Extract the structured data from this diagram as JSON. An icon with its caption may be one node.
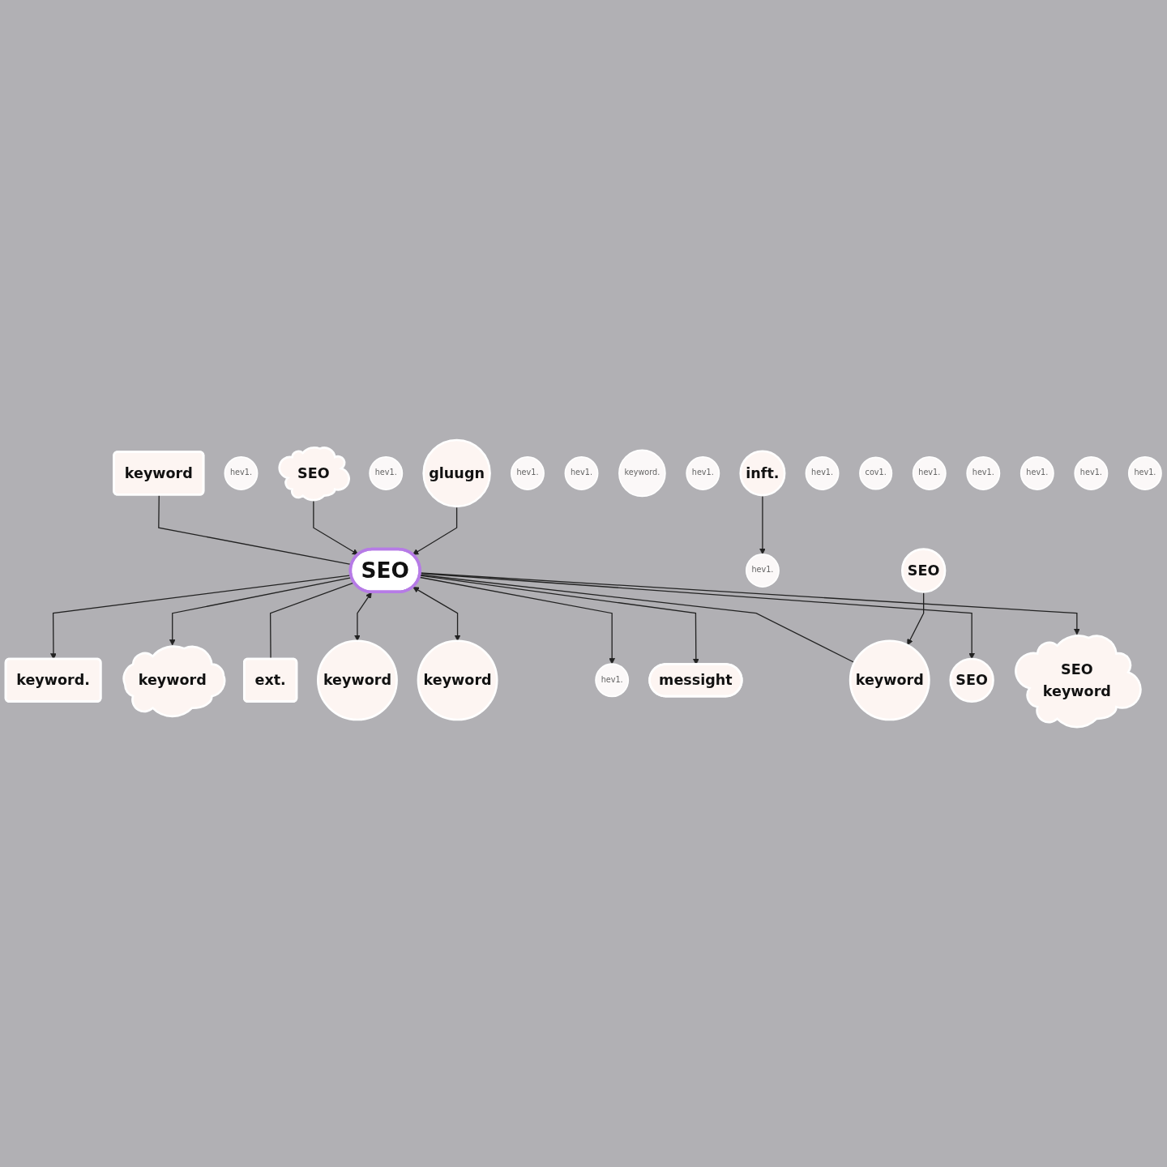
{
  "diagram": {
    "nodes": [
      {
        "text": [
          "SEO"
        ]
      },
      {
        "text": [
          "keyword."
        ]
      },
      {
        "text": [
          "keyword"
        ]
      },
      {
        "text": [
          "keyword"
        ]
      },
      {
        "text": [
          "ext."
        ]
      },
      {
        "text": [
          "hev1."
        ]
      },
      {
        "text": [
          "gluugn"
        ]
      },
      {
        "text": [
          "hev1."
        ]
      },
      {
        "text": [
          "keyword"
        ]
      },
      {
        "text": [
          "SEO"
        ]
      },
      {
        "text": [
          "hev1."
        ]
      },
      {
        "text": [
          "hev1."
        ]
      },
      {
        "text": [
          "keyword."
        ]
      },
      {
        "text": [
          "hev1."
        ]
      },
      {
        "text": [
          "hev1."
        ]
      },
      {
        "text": [
          "hev1."
        ]
      },
      {
        "text": [
          "keyword"
        ]
      },
      {
        "text": [
          "inft."
        ]
      },
      {
        "text": [
          "hev1."
        ]
      },
      {
        "text": [
          "cov1."
        ]
      },
      {
        "text": [
          "hev1."
        ]
      },
      {
        "text": [
          "SEO",
          "keyword"
        ]
      },
      {
        "text": [
          "hev1."
        ]
      },
      {
        "text": [
          "keyword"
        ]
      },
      {
        "text": [
          "messight"
        ]
      },
      {
        "text": [
          "hev1."
        ]
      },
      {
        "text": [
          "hev1."
        ]
      },
      {
        "text": [
          "SEO"
        ]
      },
      {
        "text": [
          "hev1."
        ]
      },
      {
        "text": [
          "SEO"
        ]
      }
    ],
    "edges": [
      {
        "from": 0,
        "to": 1,
        "arrow": "to"
      },
      {
        "from": 0,
        "to": 2,
        "arrow": "to"
      },
      {
        "from": 3,
        "to": 0,
        "arrow": "none"
      },
      {
        "from": 0,
        "to": 4,
        "arrow": "none"
      },
      {
        "from": 9,
        "to": 0,
        "arrow": "to"
      },
      {
        "from": 6,
        "to": 0,
        "arrow": "to"
      },
      {
        "from": 0,
        "to": 8,
        "arrow": "both"
      },
      {
        "from": 0,
        "to": 16,
        "arrow": "both"
      },
      {
        "from": 0,
        "to": 15,
        "arrow": "to"
      },
      {
        "from": 17,
        "to": 13,
        "arrow": "to"
      },
      {
        "from": 0,
        "to": 24,
        "arrow": "to"
      },
      {
        "from": 0,
        "to": 23,
        "arrow": "none"
      },
      {
        "from": 27,
        "to": 23,
        "arrow": "to"
      },
      {
        "from": 0,
        "to": 29,
        "arrow": "to"
      },
      {
        "from": 0,
        "to": 21,
        "arrow": "to"
      }
    ]
  }
}
